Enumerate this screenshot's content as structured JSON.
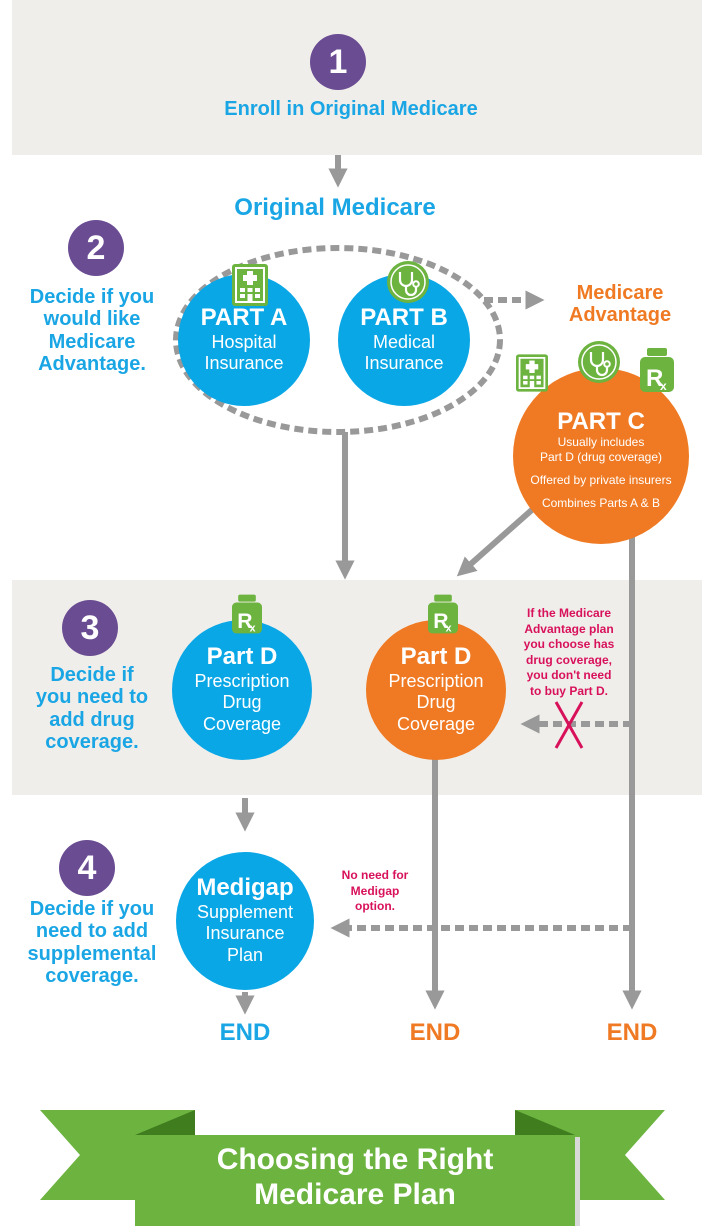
{
  "step1": {
    "number": "1",
    "label": "Enroll in Original Medicare"
  },
  "original_medicare": {
    "title": "Original Medicare"
  },
  "step2": {
    "number": "2",
    "label_lines": [
      "Decide if you",
      "would like",
      "Medicare",
      "Advantage."
    ]
  },
  "part_a": {
    "title": "PART A",
    "sub_lines": [
      "Hospital",
      "Insurance"
    ],
    "icon": "hospital-icon"
  },
  "part_b": {
    "title": "PART B",
    "sub_lines": [
      "Medical",
      "Insurance"
    ],
    "icon": "stethoscope-icon"
  },
  "medicare_advantage": {
    "title_lines": [
      "Medicare",
      "Advantage"
    ]
  },
  "part_c": {
    "title": "PART C",
    "lines": [
      "Usually includes",
      "Part D (drug coverage)",
      "Offered by private insurers",
      "Combines Parts A & B"
    ],
    "icons": [
      "hospital-icon",
      "stethoscope-icon",
      "rx-bottle-icon"
    ]
  },
  "step3": {
    "number": "3",
    "label_lines": [
      "Decide if",
      "you need to",
      "add drug",
      "coverage."
    ]
  },
  "part_d_blue": {
    "title": "Part D",
    "sub_lines": [
      "Prescription",
      "Drug",
      "Coverage"
    ],
    "icon": "rx-bottle-icon"
  },
  "part_d_orange": {
    "title": "Part D",
    "sub_lines": [
      "Prescription",
      "Drug",
      "Coverage"
    ],
    "icon": "rx-bottle-icon"
  },
  "note_part_d": {
    "lines": [
      "If the Medicare",
      "Advantage plan",
      "you choose has",
      "drug coverage,",
      "you don't need",
      "to buy Part D."
    ]
  },
  "step4": {
    "number": "4",
    "label_lines": [
      "Decide if you",
      "need to add",
      "supplemental",
      "coverage."
    ]
  },
  "medigap": {
    "title": "Medigap",
    "sub_lines": [
      "Supplement",
      "Insurance",
      "Plan"
    ]
  },
  "note_medigap": {
    "lines": [
      "No need for",
      "Medigap",
      "option."
    ]
  },
  "end_labels": [
    "END",
    "END",
    "END"
  ],
  "banner": {
    "lines": [
      "Choosing the Right",
      "Medicare Plan"
    ]
  },
  "colors": {
    "blue": "#0aa7e6",
    "orange": "#ef7a23",
    "purple": "#6a4c93",
    "magenta": "#d8115b",
    "green": "#6cb33f",
    "gray": "#999999",
    "band": "#f0eeeb"
  }
}
